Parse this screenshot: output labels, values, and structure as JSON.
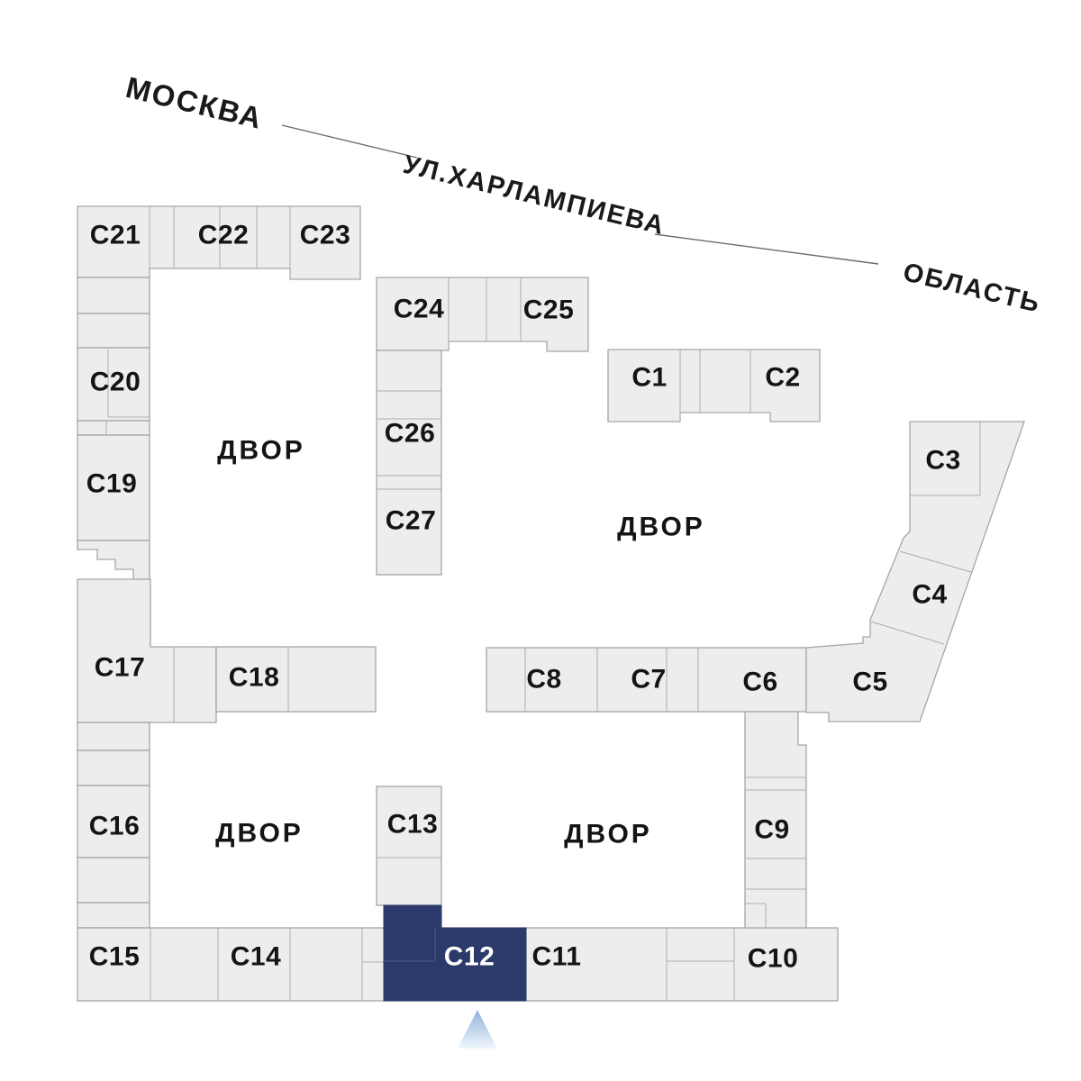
{
  "palette": {
    "background": "#ffffff",
    "block_fill": "#EDEDED",
    "block_stroke": "#A6A6A6",
    "selected_fill": "#2B3A6B",
    "selected_label_color": "#FFFFFF",
    "label_color": "#141414",
    "street_line_color": "#6A6A6A",
    "pointer_gradient_top": "#8FB3DC",
    "pointer_gradient_bottom": "#F0F6FB"
  },
  "street": {
    "city_label": "МОСКВА",
    "street_label": "УЛ.ХАРЛАМПИЕВА",
    "region_label": "ОБЛАСТЬ"
  },
  "courtyards": [
    {
      "label": "ДВОР"
    },
    {
      "label": "ДВОР"
    },
    {
      "label": "ДВОР"
    },
    {
      "label": "ДВОР"
    }
  ],
  "selected_building_id": "c12",
  "buildings": [
    {
      "id": "c1",
      "label": "С1"
    },
    {
      "id": "c2",
      "label": "С2"
    },
    {
      "id": "c3",
      "label": "С3"
    },
    {
      "id": "c4",
      "label": "С4"
    },
    {
      "id": "c5",
      "label": "С5"
    },
    {
      "id": "c6",
      "label": "С6"
    },
    {
      "id": "c7",
      "label": "С7"
    },
    {
      "id": "c8",
      "label": "С8"
    },
    {
      "id": "c9",
      "label": "С9"
    },
    {
      "id": "c10",
      "label": "С10"
    },
    {
      "id": "c11",
      "label": "С11"
    },
    {
      "id": "c12",
      "label": "С12",
      "selected": true
    },
    {
      "id": "c13",
      "label": "С13"
    },
    {
      "id": "c14",
      "label": "С14"
    },
    {
      "id": "c15",
      "label": "С15"
    },
    {
      "id": "c16",
      "label": "С16"
    },
    {
      "id": "c17",
      "label": "С17"
    },
    {
      "id": "c18",
      "label": "С18"
    },
    {
      "id": "c19",
      "label": "С19"
    },
    {
      "id": "c20",
      "label": "С20"
    },
    {
      "id": "c21",
      "label": "С21"
    },
    {
      "id": "c22",
      "label": "С22"
    },
    {
      "id": "c23",
      "label": "С23"
    },
    {
      "id": "c24",
      "label": "С24"
    },
    {
      "id": "c25",
      "label": "С25"
    },
    {
      "id": "c26",
      "label": "С26"
    },
    {
      "id": "c27",
      "label": "С27"
    }
  ]
}
